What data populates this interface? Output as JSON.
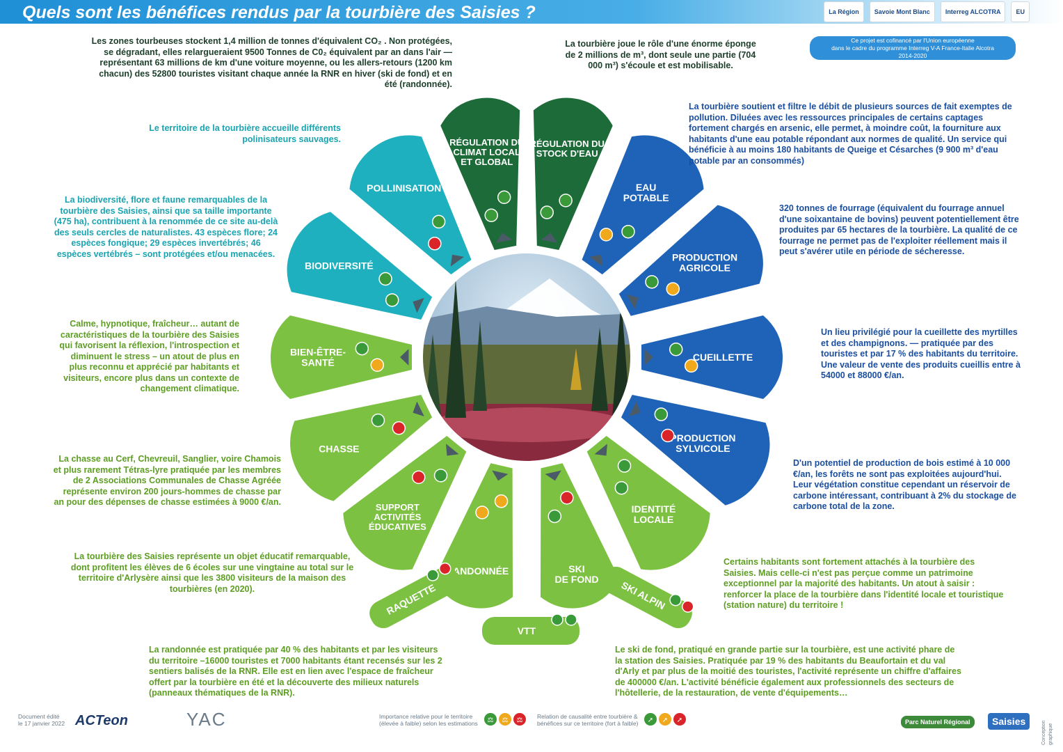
{
  "title": "Quels sont les bénéfices rendus par la tourbière des Saisies ?",
  "top_logos": [
    "La Région",
    "Savoie Mont Blanc",
    "Interreg ALCOTRA",
    "EU"
  ],
  "cofinancing": [
    "Ce projet est cofinancé par l'Union européenne",
    "dans le cadre du programme Interreg V-A France-Italie Alcotra",
    "2014-2020"
  ],
  "colors": {
    "dark_green": "#1e6b3a",
    "teal": "#1fb0bf",
    "blue": "#1e63b8",
    "light_green": "#7dc142",
    "red": "#d9252a",
    "orange": "#f0a81c"
  },
  "petals": {
    "climat": "RÉGULATION DU\nCLIMAT LOCAL\nET GLOBAL",
    "eau_stock": "RÉGULATION DU\nSTOCK D'EAU",
    "eau_potable": "EAU\nPOTABLE",
    "agricole": "PRODUCTION\nAGRICOLE",
    "cueillette": "CUEILLETTE",
    "sylvicole": "PRODUCTION\nSYLVICOLE",
    "identite": "IDENTITÉ\nLOCALE",
    "ski_alpin": "SKI ALPIN",
    "ski_fond": "SKI\nDE FOND",
    "vtt": "VTT",
    "randonnee": "RANDONNÉE",
    "raquette": "RAQUETTE",
    "educatives": "SUPPORT\nACTIVITÉS\nÉDUCATIVES",
    "chasse": "CHASSE",
    "bien_etre": "BIEN-ÊTRE-\nSANTÉ",
    "biodiversite": "BIODIVERSITÉ",
    "pollinisation": "POLLINISATION"
  },
  "texts": {
    "climat": "Les zones tourbeuses stockent 1,4 million de tonnes d'équivalent CO₂ . Non protégées, se dégradant, elles relargueraient 9500 Tonnes de C0₂ équivalent par an dans l'air — représentant 63 millions de km d'une voiture moyenne, ou les allers-retours (1200 km chacun) des 52800 touristes visitant chaque année la RNR en hiver (ski de fond) et en été (randonnée).",
    "eau_stock": "La tourbière joue le rôle d'une énorme éponge de 2 millions de m³, dont seule une partie (704 000 m³) s'écoule et est mobilisable.",
    "eau_potable": "La tourbière soutient et filtre le débit de plusieurs sources de fait exemptes de pollution. Diluées avec les ressources principales de certains captages fortement chargés en arsenic, elle permet, à moindre coût, la fourniture aux habitants d'une eau potable répondant aux normes de qualité. Un service qui bénéficie à au moins 180 habitants de Queige et Césarches (9 900 m³ d'eau potable par an consommés)",
    "agricole": "320 tonnes de fourrage (équivalent du fourrage annuel d'une soixantaine de bovins) peuvent potentiellement être produites par 65 hectares de la tourbière. La qualité de ce fourrage ne permet pas de l'exploiter réellement mais il peut s'avérer utile en période de sécheresse.",
    "cueillette": "Un lieu privilégié pour la cueillette des myrtilles et des champignons. — pratiquée par des touristes et par 17 % des habitants du territoire. Une valeur de vente des produits cueillis entre à 54000 et 88000 €/an.",
    "sylvicole": "D'un potentiel de production de bois estimé à 10 000 €/an, les forêts ne sont pas exploitées aujourd'hui. Leur végétation constitue cependant un réservoir de carbone intéressant, contribuant à 2% du stockage de carbone total de la zone.",
    "identite": "Certains habitants sont fortement attachés à la tourbière des Saisies. Mais celle-ci n'est pas perçue comme un patrimoine exceptionnel par la majorité des habitants. Un atout à saisir : renforcer la place de la tourbière dans l'identité locale et touristique (station nature) du territoire !",
    "ski_fond": "Le ski de fond, pratiqué en grande partie sur la tourbière, est une activité phare de la station des Saisies. Pratiquée par 19 % des habitants du Beaufortain et du val d'Arly et par plus de la moitié des touristes, l'activité représente un chiffre d'affaires de 400000 €/an. L'activité bénéficie également aux professionnels des secteurs de l'hôtellerie, de la restauration, de vente d'équipements…",
    "randonnee": "La randonnée est pratiquée par 40 % des habitants et par les visiteurs du territoire –16000 touristes et 7000 habitants étant recensés sur les 2 sentiers balisés de la RNR. Elle est en lien avec l'espace de fraîcheur offert par la tourbière en été et la découverte des milieux naturels (panneaux thématiques de la RNR).",
    "educatives": "La tourbière des Saisies représente un objet éducatif remarquable, dont profitent les élèves de 6 écoles sur une vingtaine au total sur le territoire d'Arlysère ainsi que les 3800 visiteurs de la maison des tourbières (en 2020).",
    "chasse": "La chasse au Cerf, Chevreuil, Sanglier, voire Chamois et plus rarement Tétras-lyre pratiquée par les membres de 2 Associations Communales de Chasse Agréée représente environ 200 jours-hommes de chasse par an pour des dépenses de chasse estimées à 9000 €/an.",
    "bien_etre": "Calme, hypnotique, fraîcheur… autant de caractéristiques de la tourbière des Saisies qui favorisent la réflexion, l'introspection et diminuent le stress – un atout de plus en plus reconnu et apprécié par habitants et visiteurs, encore plus dans un contexte de changement climatique.",
    "biodiversite": "La biodiversité, flore et faune remarquables de la tourbière des Saisies, ainsi que sa taille importante (475 ha), contribuent à la renommée de ce site au-delà des seuls cercles de naturalistes. 43 espèces flore; 24 espèces fongique; 29 espèces invertébrés; 46 espèces vertébrés – sont protégées et/ou menacées.",
    "pollinisation": "Le territoire de la tourbière accueille différents polinisateurs sauvages."
  },
  "footer": {
    "edit_line1": "Document édité",
    "edit_line2": "le 17 janvier 2022",
    "logo1": "ACTeon",
    "logo2": "YAC",
    "legend1_l1": "Importance relative pour le territoire",
    "legend1_l2": "(élevée à faible) selon les estimations",
    "legend2_l1": "Relation de causalité entre tourbière &",
    "legend2_l2": "bénéfices sur ce territoire (fort à faible)",
    "right_logo1": "Parc Naturel Régional",
    "right_logo2": "Saisies",
    "credit": "Conception graphique"
  }
}
